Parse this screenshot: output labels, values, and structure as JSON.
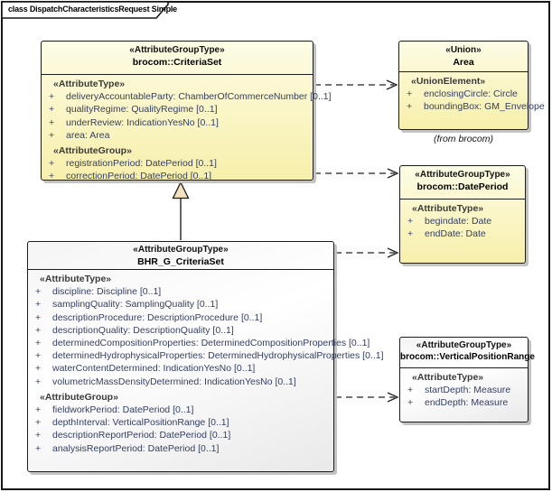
{
  "frame": {
    "title": "class DispatchCharacteristicsRequest Simple"
  },
  "glyphs": {
    "plus": "+"
  },
  "colors": {
    "class_fill_yellow": "#fbf7cd",
    "class_fill_white": "#f2f2f2",
    "border": "#1c1c1c",
    "shadow": "#c3c3c3",
    "attribute_text": "#333f63",
    "generalization_arrow_fill": "#f3e1c0"
  },
  "classes": {
    "criteria_set": {
      "stereotype": "«AttributeGroupType»",
      "name": "brocom::CriteriaSet",
      "attr_header": "«AttributeType»",
      "attrs": [
        "deliveryAccountableParty: ChamberOfCommerceNumber [0..1]",
        "qualityRegime: QualityRegime [0..1]",
        "underReview: IndicationYesNo [0..1]",
        "area: Area"
      ],
      "group_header": "«AttributeGroup»",
      "groups": [
        "registrationPeriod: DatePeriod [0..1]",
        "correctionPeriod: DatePeriod [0..1]"
      ]
    },
    "area": {
      "stereotype": "«Union»",
      "name": "Area",
      "attr_header": "«UnionElement»",
      "attrs": [
        "enclosingCircle: Circle",
        "boundingBox: GM_Envelope"
      ],
      "caption": "(from brocom)"
    },
    "date_period": {
      "stereotype": "«AttributeGroupType»",
      "name": "brocom::DatePeriod",
      "attr_header": "«AttributeType»",
      "attrs": [
        "begindate: Date",
        "endDate: Date"
      ]
    },
    "bhr_g_criteria_set": {
      "stereotype": "«AttributeGroupType»",
      "name": "BHR_G_CriteriaSet",
      "attr_header": "«AttributeType»",
      "attrs": [
        "discipline: Discipline [0..1]",
        "samplingQuality: SamplingQuality [0..1]",
        "descriptionProcedure: DescriptionProcedure [0..1]",
        "descriptionQuality: DescriptionQuality [0..1]",
        "determinedCompositionProperties: DeterminedCompositionProperties [0..1]",
        "determinedHydrophysicalProperties: DeterminedHydrophysicalProperties [0..1]",
        "waterContentDetermined: IndicationYesNo [0..1]",
        "volumetricMassDensityDetermined: IndicationYesNo [0..1]"
      ],
      "group_header": "«AttributeGroup»",
      "groups": [
        "fieldworkPeriod: DatePeriod [0..1]",
        "depthInterval: VerticalPositionRange [0..1]",
        "descriptionReportPeriod: DatePeriod [0..1]",
        "analysisReportPeriod: DatePeriod [0..1]"
      ]
    },
    "vertical_position_range": {
      "stereotype": "«AttributeGroupType»",
      "name": "brocom::VerticalPositionRange",
      "attr_header": "«AttributeType»",
      "attrs": [
        "startDepth: Measure",
        "endDepth: Measure"
      ]
    }
  }
}
